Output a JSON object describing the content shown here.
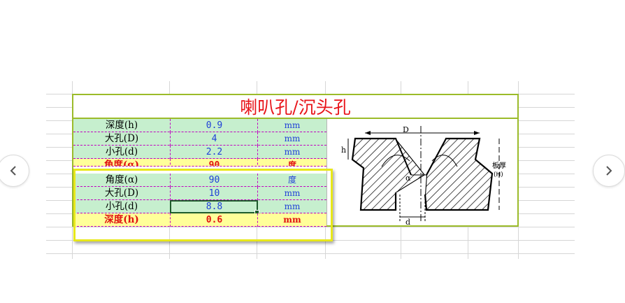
{
  "sheet": {
    "title": "喇叭孔/沉头孔",
    "rows": [
      {
        "label": "深度(h)",
        "value": "0.9",
        "unit": "mm"
      },
      {
        "label": "大孔(D)",
        "value": "4",
        "unit": "mm"
      },
      {
        "label": "小孔(d)",
        "value": "2.2",
        "unit": "mm"
      },
      {
        "label": "角度(α)",
        "value": "90",
        "unit": "度"
      },
      {
        "label": "角度(α)",
        "value": "90",
        "unit": "度"
      },
      {
        "label": "大孔(D)",
        "value": "10",
        "unit": "mm"
      },
      {
        "label": "小孔(d)",
        "value": "8.8",
        "unit": "mm"
      },
      {
        "label": "深度(h)",
        "value": "0.6",
        "unit": "mm"
      }
    ]
  },
  "diagram": {
    "labels": {
      "D": "D",
      "d": "d",
      "h": "h",
      "alpha": "α",
      "thickness_1": "板厚",
      "thickness_2": "(H)"
    }
  },
  "colors": {
    "accent_border": "#9bbb2a",
    "highlight": "#e8e81a",
    "title": "#e8141a"
  },
  "nav": {
    "prev_icon": "chevron-left-icon",
    "next_icon": "chevron-right-icon"
  }
}
